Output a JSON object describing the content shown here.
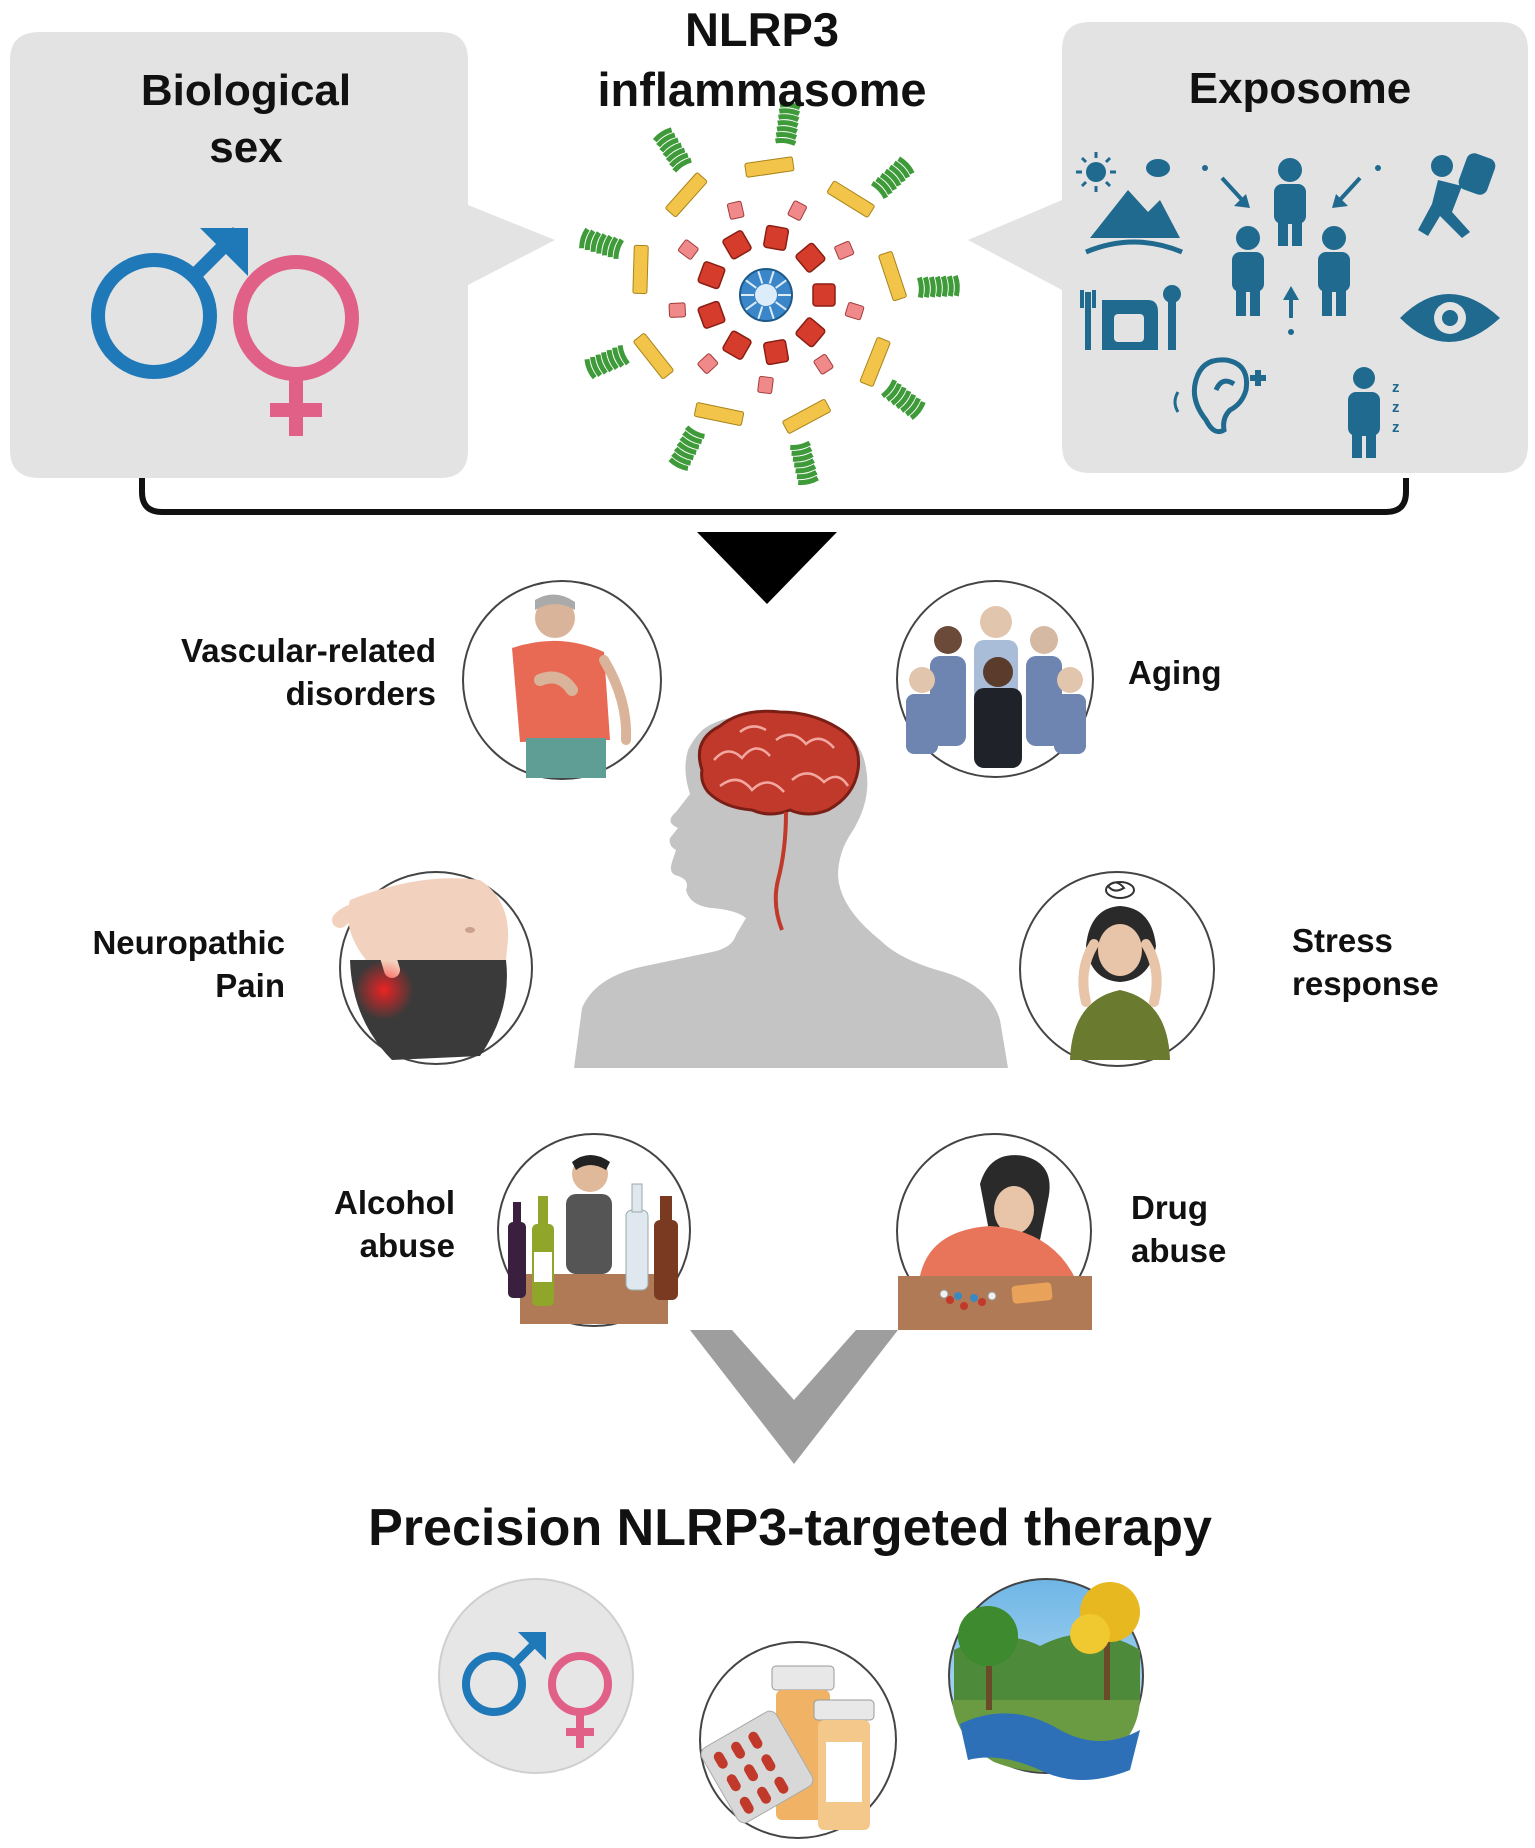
{
  "top": {
    "biological_sex": {
      "line1": "Biological",
      "line2": "sex"
    },
    "nlrp3": {
      "line1": "NLRP3",
      "line2": "inflammasome"
    },
    "exposome": {
      "title": "Exposome"
    }
  },
  "factors": {
    "vascular": {
      "line1": "Vascular-related",
      "line2": "disorders"
    },
    "aging": {
      "line1": "Aging"
    },
    "neuropathic": {
      "line1": "Neuropathic",
      "line2": "Pain"
    },
    "stress": {
      "line1": "Stress",
      "line2": "response"
    },
    "alcohol": {
      "line1": "Alcohol",
      "line2": "abuse"
    },
    "drug": {
      "line1": "Drug",
      "line2": "abuse"
    }
  },
  "therapy": {
    "title": "Precision NLRP3-targeted therapy"
  },
  "colors": {
    "male": "#1f78b8",
    "female": "#e06088",
    "panel": "#e3e3e3",
    "exposome_icon": "#1f6a8e",
    "brain": "#c0392b",
    "head": "#c4c4c4",
    "arrow_gray": "#9e9e9e"
  },
  "icons": [
    "male-symbol-icon",
    "female-symbol-icon",
    "sun-icon",
    "mountain-icon",
    "person-icon",
    "eye-icon",
    "ear-icon",
    "food-icon",
    "sleep-icon",
    "runner-icon",
    "pill-icon",
    "bottle-icon",
    "tree-icon"
  ]
}
